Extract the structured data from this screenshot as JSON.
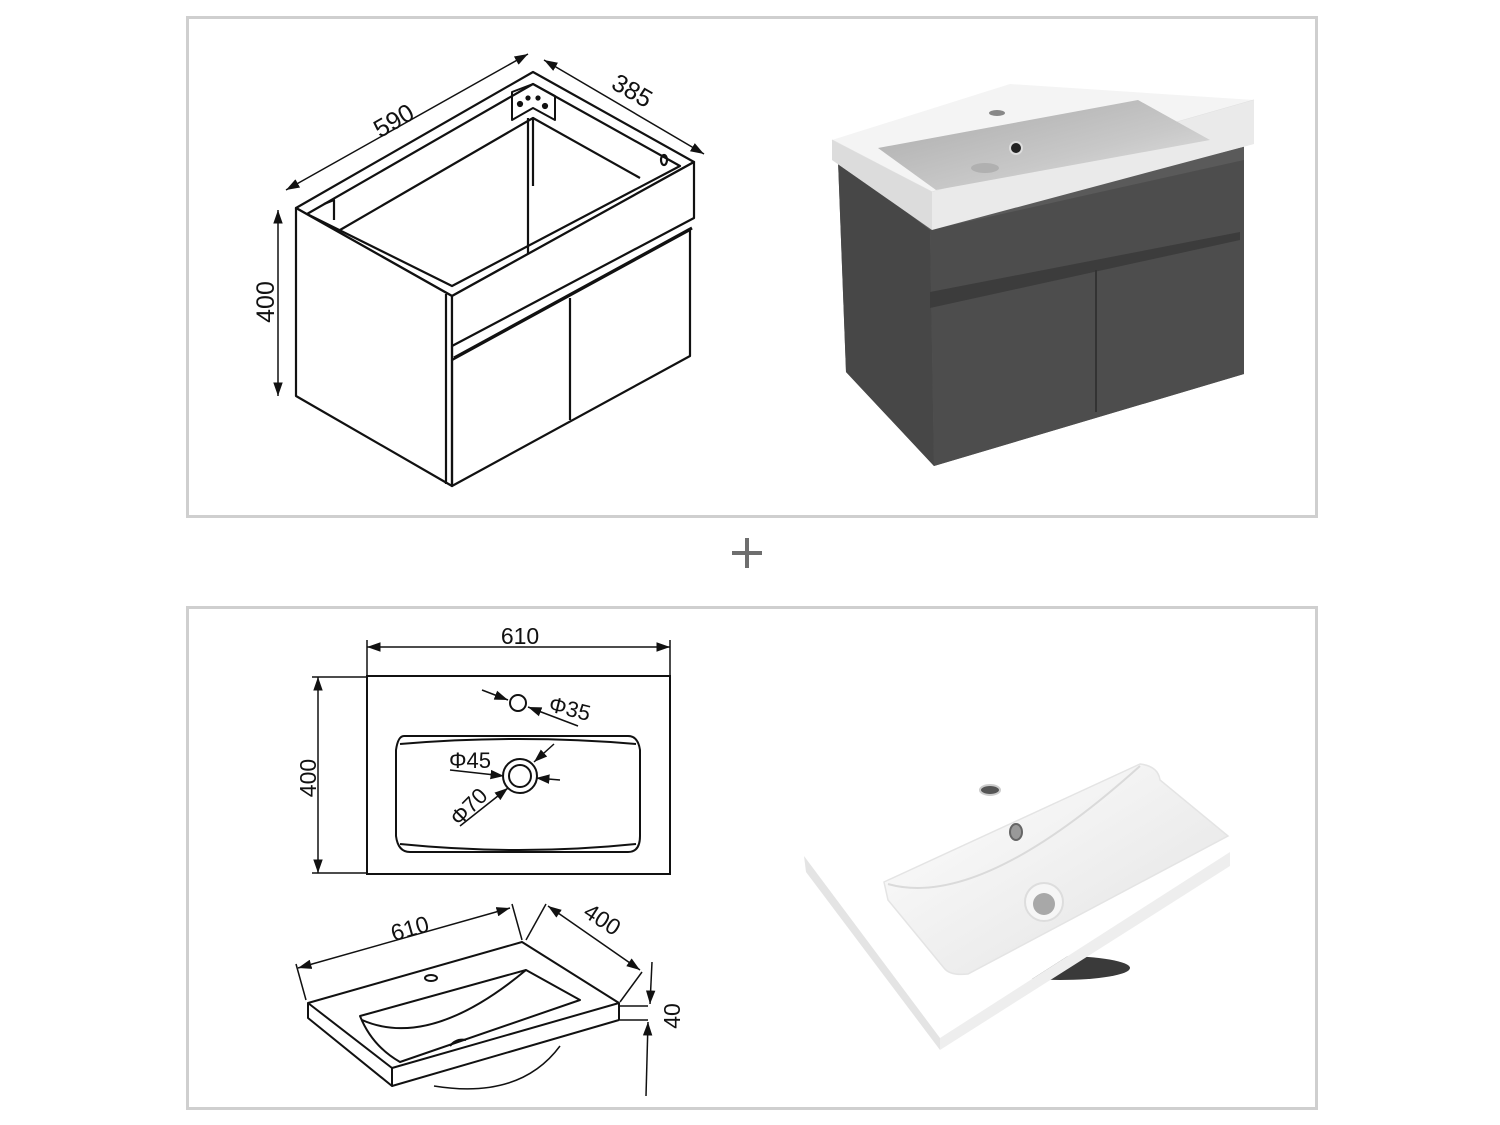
{
  "layout": {
    "separator_icon": "plus-icon"
  },
  "cabinet_drawing": {
    "width": "590",
    "depth": "385",
    "height": "400"
  },
  "cabinet_render": {
    "body_color": "#4a4a4a",
    "top_color": "#f4f4f4"
  },
  "basin_plan_drawing": {
    "width": "610",
    "depth": "400",
    "tap_hole": "Φ35",
    "drain_inner": "Φ45",
    "drain_outer": "Φ70"
  },
  "basin_iso_drawing": {
    "width": "610",
    "depth": "400",
    "thickness": "40"
  },
  "basin_render": {
    "color": "#ffffff"
  },
  "colors": {
    "panel_border": "#cfcfcf",
    "line": "#111111",
    "plus": "#6e6e6e"
  }
}
